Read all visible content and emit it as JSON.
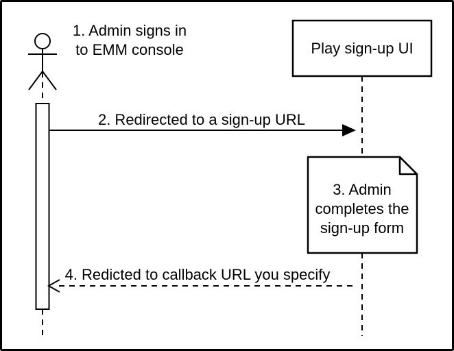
{
  "diagram": {
    "kind": "sequence-diagram",
    "actor": {
      "caption_line1": "1. Admin signs in",
      "caption_line2": "to EMM console"
    },
    "participant": {
      "label": "Play sign-up UI"
    },
    "messages": {
      "redirect": {
        "label": "2. Redirected to a sign-up URL",
        "style": "solid-filled-arrow"
      },
      "callback": {
        "label": "4. Redicted to callback URL you specify",
        "style": "dashed-open-arrow"
      }
    },
    "note": {
      "line1": "3. Admin",
      "line2": "completes the",
      "line3": "sign-up form"
    },
    "colors": {
      "stroke": "#000000",
      "background": "#ffffff",
      "note_fold": "#f2f2f2"
    }
  }
}
